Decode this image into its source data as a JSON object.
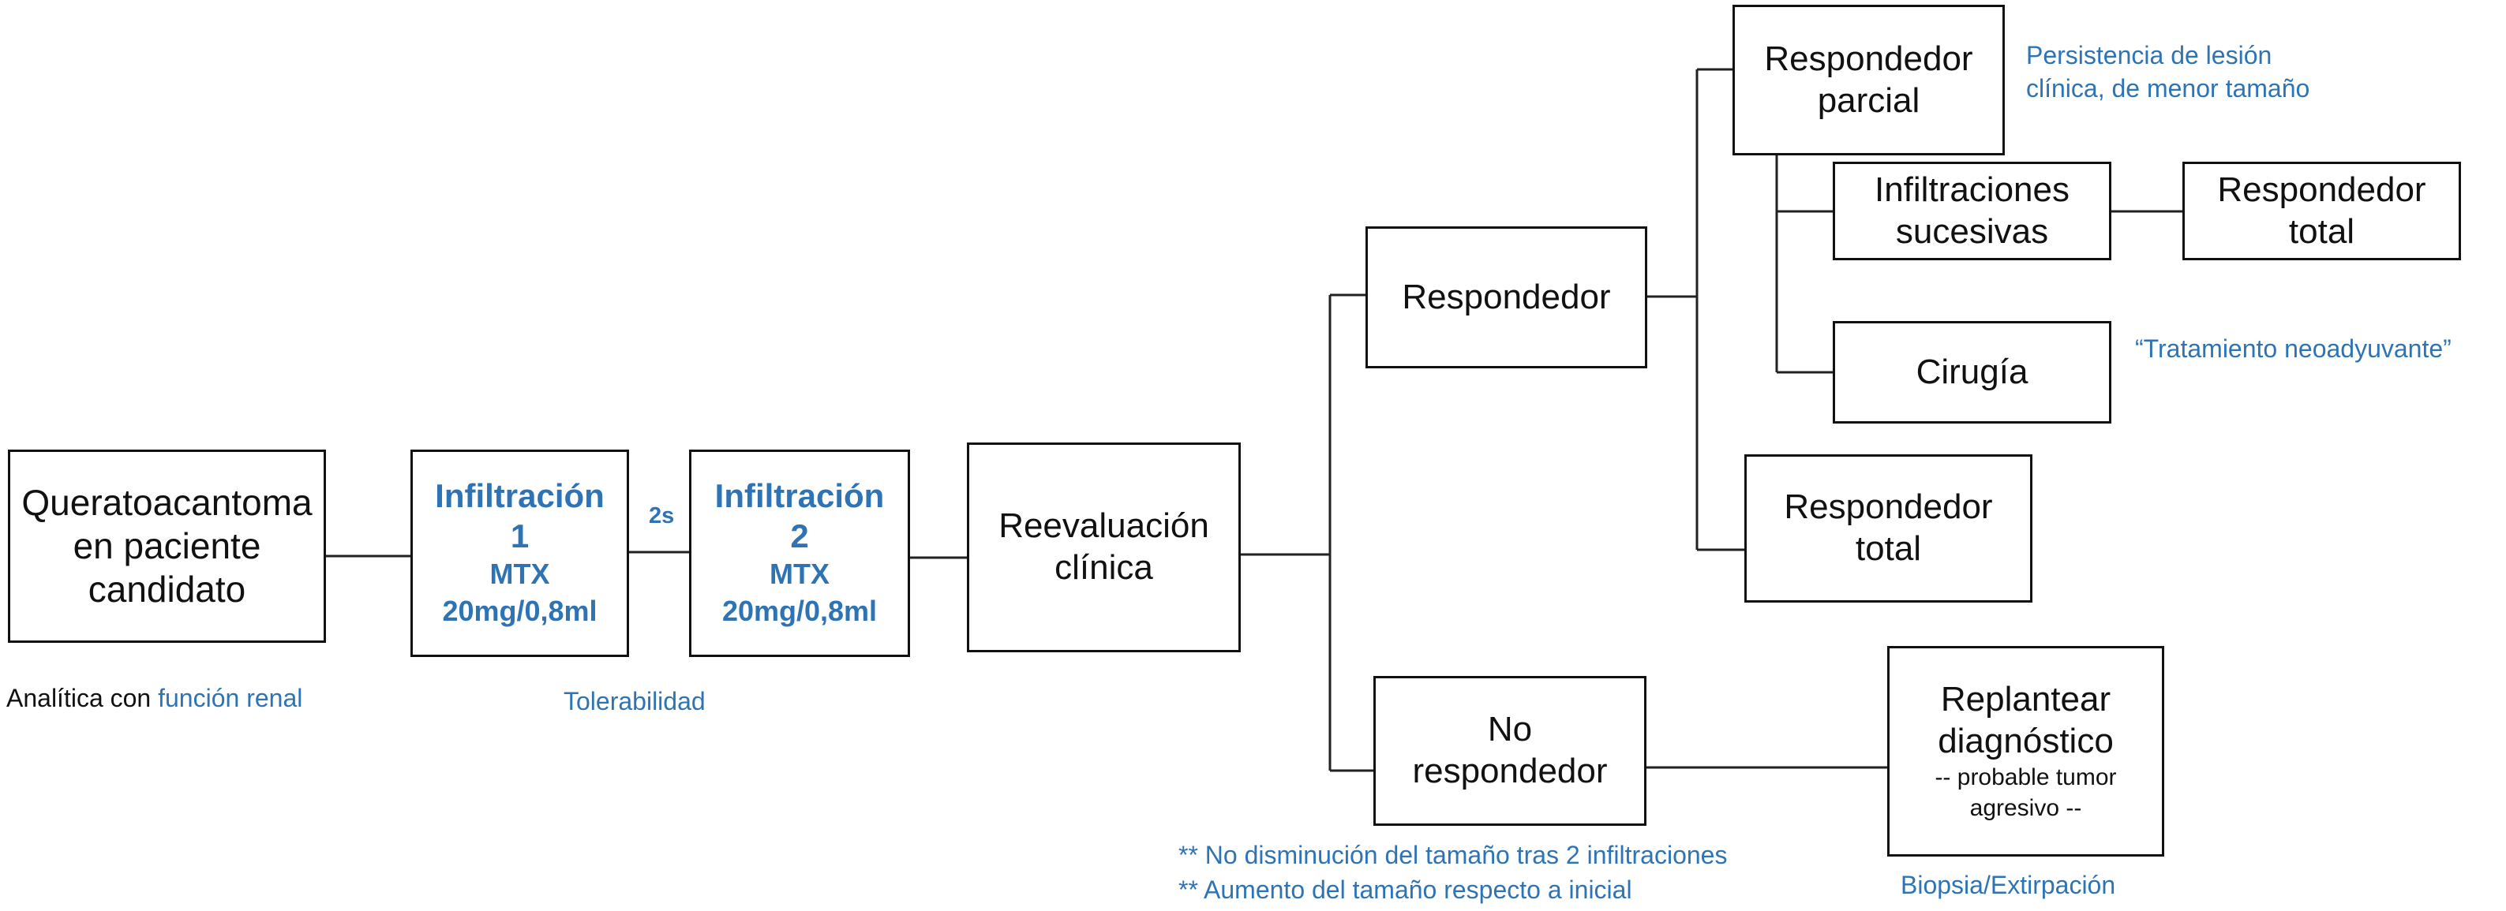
{
  "nodes": {
    "start": {
      "line1": "Queratoacantoma",
      "line2": "en paciente",
      "line3": "candidato"
    },
    "infil1": {
      "title": "Infiltración",
      "number": "1",
      "drug": "MTX",
      "dose": "20mg/0,8ml"
    },
    "infil2": {
      "title": "Infiltración",
      "number": "2",
      "drug": "MTX",
      "dose": "20mg/0,8ml"
    },
    "reeval": {
      "line1": "Reevaluación",
      "line2": "clínica"
    },
    "responder": {
      "label": "Respondedor"
    },
    "partial": {
      "line1": "Respondedor",
      "line2": "parcial"
    },
    "successive": {
      "line1": "Infiltraciones",
      "line2": "sucesivas"
    },
    "total_after": {
      "line1": "Respondedor",
      "line2": "total"
    },
    "surgery": {
      "label": "Cirugía"
    },
    "total": {
      "line1": "Respondedor",
      "line2": "total"
    },
    "nonresponder": {
      "line1": "No",
      "line2": "respondedor"
    },
    "rethink": {
      "line1": "Replantear",
      "line2": "diagnóstico",
      "line3": "-- probable tumor",
      "line4": "agresivo --"
    }
  },
  "labels": {
    "interval": "2s",
    "analytics_prefix": "Analítica con",
    "analytics_highlight": "función renal",
    "tolerability": "Tolerabilidad",
    "partial_note_line1": "Persistencia de lesión",
    "partial_note_line2": "clínica, de menor tamaño",
    "surgery_note": "“Tratamiento neoadyuvante”",
    "nonresponder_note1": "** No disminución del tamaño tras 2 infiltraciones",
    "nonresponder_note2": "** Aumento del tamaño respecto a inicial",
    "biopsy": "Biopsia/Extirpación"
  },
  "colors": {
    "accent": "#2e74b5",
    "line": "#222222",
    "border": "#111111"
  }
}
